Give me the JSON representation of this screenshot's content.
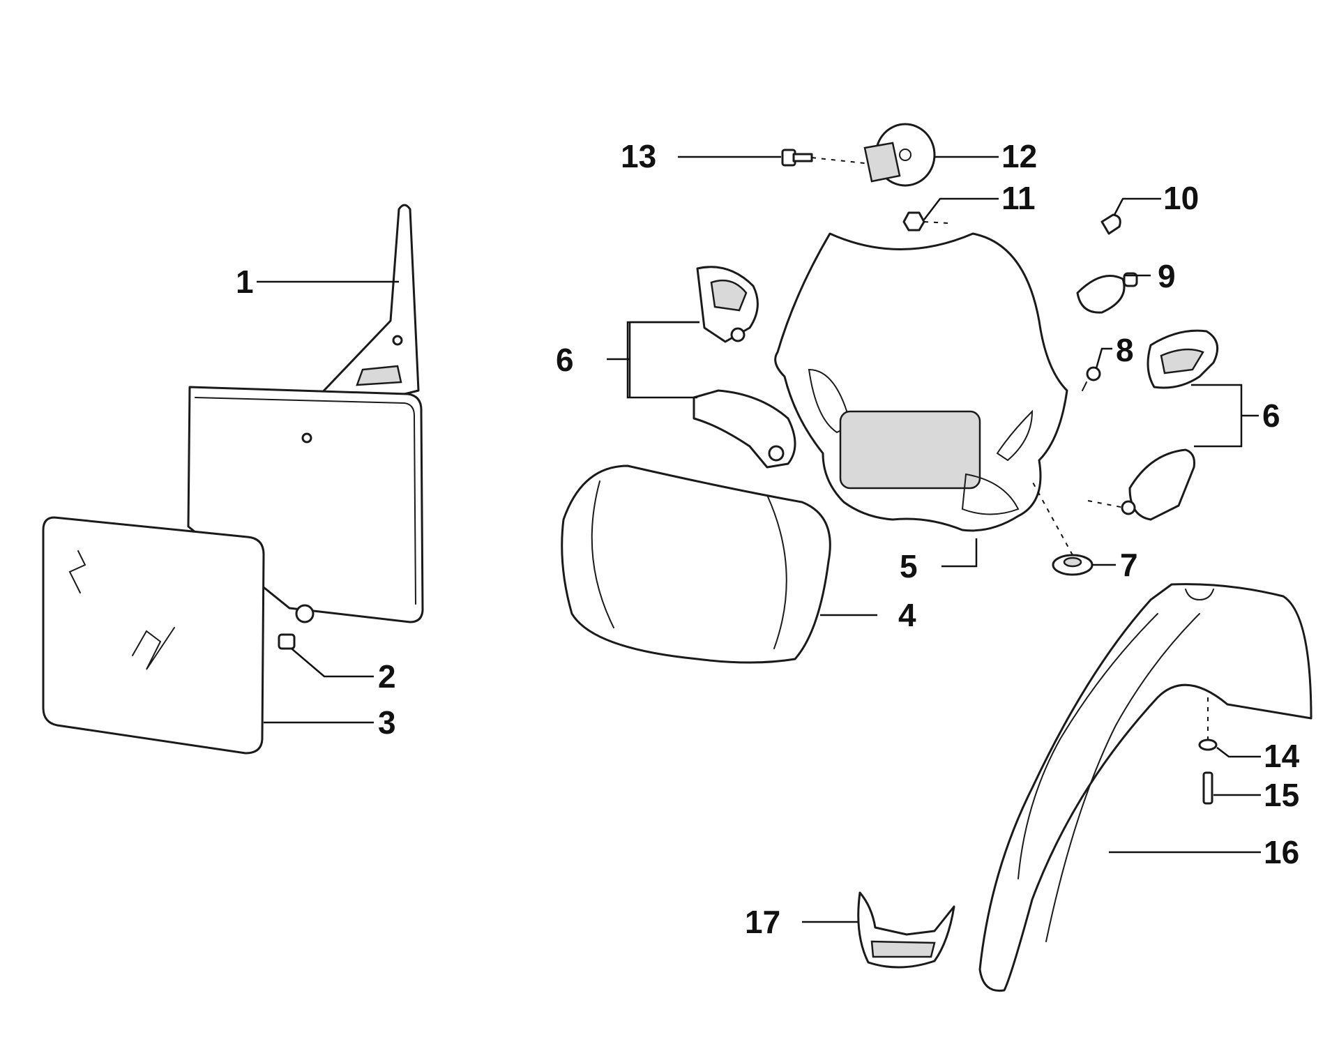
{
  "callouts": {
    "c1": "1",
    "c2": "2",
    "c3": "3",
    "c4": "4",
    "c5": "5",
    "c6a": "6",
    "c6b": "6",
    "c7": "7",
    "c8": "8",
    "c9": "9",
    "c10": "10",
    "c11": "11",
    "c12": "12",
    "c13": "13",
    "c14": "14",
    "c15": "15",
    "c16": "16",
    "c17": "17"
  },
  "colors": {
    "ink": "#1a1a1a",
    "paper": "#ffffff",
    "shade": "#d9d9d9"
  }
}
